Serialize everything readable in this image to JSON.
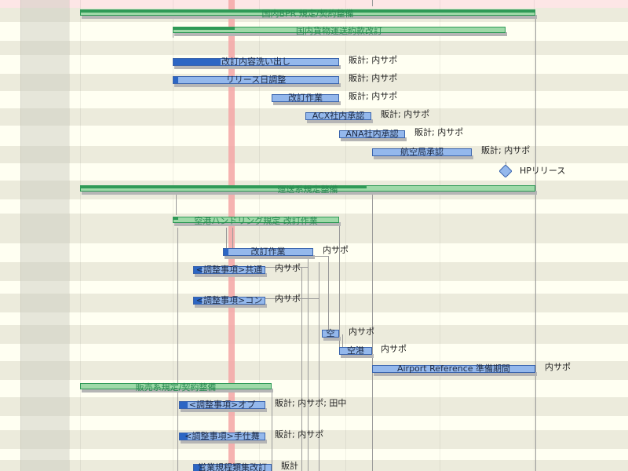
{
  "colors": {
    "row_even": "#fffff2",
    "row_odd": "#ecebdc",
    "top_strip": "#fde6e6",
    "weekend_col": "#e6e6dc",
    "today_line": "#f4a6a6",
    "summary_fill": "#9ed9a8",
    "summary_done": "#2f9a57",
    "summary_text": "#2a8a52",
    "task_fill": "#94b8ec",
    "task_done": "#2c66c4",
    "task_border": "#3a64ad",
    "shadow": "#b5b5b5",
    "connector": "#9a9a9a"
  },
  "tasks": [
    {
      "id": "t0",
      "kind": "summary",
      "label": "国内BPR 規定/契約整備",
      "resources": ""
    },
    {
      "id": "t1",
      "kind": "summary",
      "label": "国内貨物運送約款改訂",
      "resources": ""
    },
    {
      "id": "t2",
      "kind": "task",
      "label": "改訂内容洗い出し",
      "resources": "販計; 内サポ"
    },
    {
      "id": "t3",
      "kind": "task",
      "label": "リリース日調整",
      "resources": "販計; 内サポ"
    },
    {
      "id": "t4",
      "kind": "task",
      "label": "改訂作業",
      "resources": "販計; 内サポ"
    },
    {
      "id": "t5",
      "kind": "task",
      "label": "ACX社内承認",
      "resources": "販計; 内サポ"
    },
    {
      "id": "t6",
      "kind": "task",
      "label": "ANA社内承認",
      "resources": "販計; 内サポ"
    },
    {
      "id": "t7",
      "kind": "task",
      "label": "航空局承認",
      "resources": "販計; 内サポ"
    },
    {
      "id": "t8",
      "kind": "milestone",
      "label": "HPリリース",
      "resources": ""
    },
    {
      "id": "t9",
      "kind": "summary",
      "label": "運送系規定整備",
      "resources": ""
    },
    {
      "id": "t10",
      "kind": "summary",
      "label": "空港ハンドリング規定 改訂作業",
      "resources": ""
    },
    {
      "id": "t11",
      "kind": "task",
      "label": "改訂作業",
      "resources": "内サポ"
    },
    {
      "id": "t12",
      "kind": "task",
      "label": "<調整事項>共通",
      "resources": "内サポ"
    },
    {
      "id": "t13",
      "kind": "task",
      "label": "<調整事項>コン",
      "resources": "内サポ"
    },
    {
      "id": "t14",
      "kind": "task",
      "label": "空",
      "resources": "内サポ"
    },
    {
      "id": "t15",
      "kind": "task",
      "label": "空港",
      "resources": "内サポ"
    },
    {
      "id": "t16",
      "kind": "task",
      "label": "Airport Reference 準備期間",
      "resources": "内サポ"
    },
    {
      "id": "t17",
      "kind": "summary",
      "label": "販売系規定/契約整備",
      "resources": ""
    },
    {
      "id": "t18",
      "kind": "task",
      "label": "<調整事項>オプ",
      "resources": "販計; 内サポ; 田中"
    },
    {
      "id": "t19",
      "kind": "task",
      "label": "<調整事項>手仕舞",
      "resources": "販計; 内サポ"
    },
    {
      "id": "t20",
      "kind": "task",
      "label": "営業規程類集改訂",
      "resources": "販計"
    }
  ]
}
